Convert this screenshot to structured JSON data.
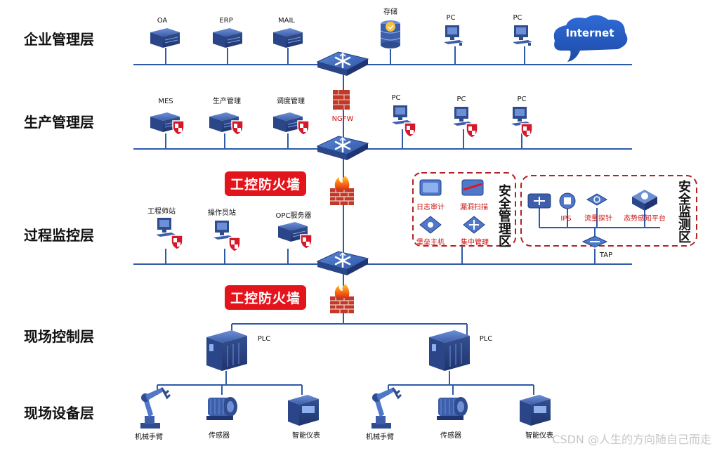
{
  "layers": {
    "enterprise": "企业管理层",
    "production": "生产管理层",
    "process": "过程监控层",
    "field_control": "现场控制层",
    "field_device": "现场设备层"
  },
  "enterprise": {
    "oa": "OA",
    "erp": "ERP",
    "mail": "MAIL",
    "storage": "存储",
    "pc1": "PC",
    "pc2": "PC",
    "internet": "Internet"
  },
  "production": {
    "mes": "MES",
    "prod_mgmt": "生产管理",
    "dispatch": "调度管理",
    "ngfw": "NGFW",
    "pc1": "PC",
    "pc2": "PC",
    "pc3": "PC"
  },
  "firewall_badge_1": "工控防火墙",
  "firewall_badge_2": "工控防火墙",
  "security_mgmt": {
    "title": "安全管理区",
    "log_audit": "日志审计",
    "vuln_scan": "漏洞扫描",
    "bastion": "堡垒主机",
    "central_mgmt": "集中管理"
  },
  "security_monitor": {
    "title": "安全监测区",
    "ips": "IPS",
    "traffic_probe": "流量探针",
    "situation": "态势感知平台",
    "tap": "TAP"
  },
  "process": {
    "eng_station": "工程师站",
    "op_station": "操作员站",
    "opc_server": "OPC服务器"
  },
  "plc": {
    "left": "PLC",
    "right": "PLC"
  },
  "devices": {
    "arm1": "机械手臂",
    "sensor1": "传感器",
    "meter1": "智能仪表",
    "arm2": "机械手臂",
    "sensor2": "传感器",
    "meter2": "智能仪表"
  },
  "watermark": "CSDN @人生的方向随自己而走",
  "colors": {
    "line": "#2e5aa7",
    "device_dark": "#2f4c8f",
    "device_light": "#4f78c8",
    "firewall_red": "#e3141b",
    "zone_red": "#b22222",
    "zone_text_red": "#cc1111"
  }
}
